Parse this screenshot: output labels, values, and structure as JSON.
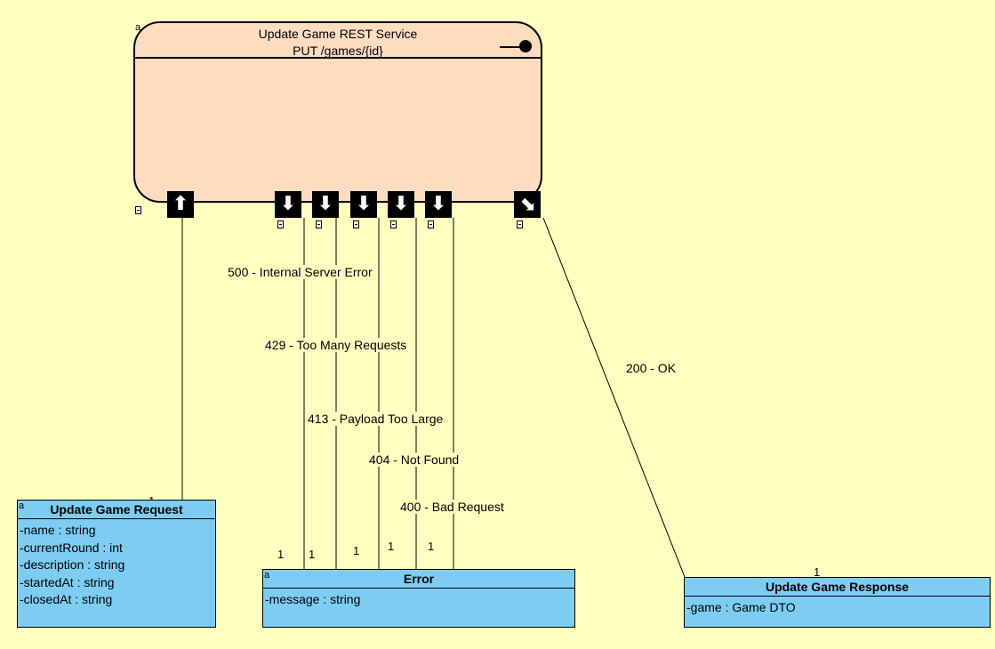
{
  "service": {
    "title": "Update Game REST Service",
    "route": "PUT /games/{id}",
    "tag": "a"
  },
  "ports": {
    "in_arrow": "⬆",
    "out_arrow": "⬇",
    "success_arrow": "⬊"
  },
  "flows": {
    "e500": "500 - Internal Server Error",
    "e429": "429 - Too Many Requests",
    "e413": "413 - Payload Too Large",
    "e404": "404 - Not Found",
    "e400": "400 - Bad Request",
    "ok200": "200 - OK"
  },
  "multiplicity": {
    "one": "1"
  },
  "classes": {
    "request": {
      "tag": "a",
      "name": "Update Game Request",
      "attributes": [
        "-name : string",
        "-currentRound : int",
        "-description : string",
        "-startedAt : string",
        "-closedAt : string"
      ]
    },
    "error": {
      "tag": "a",
      "name": "Error",
      "attributes": [
        "-message : string"
      ]
    },
    "response": {
      "name": "Update Game Response",
      "attributes": [
        "-game : Game DTO"
      ]
    }
  },
  "colors": {
    "background": "#ffffc0",
    "service_fill": "#fddcc0",
    "class_fill": "#7dcdf3"
  }
}
